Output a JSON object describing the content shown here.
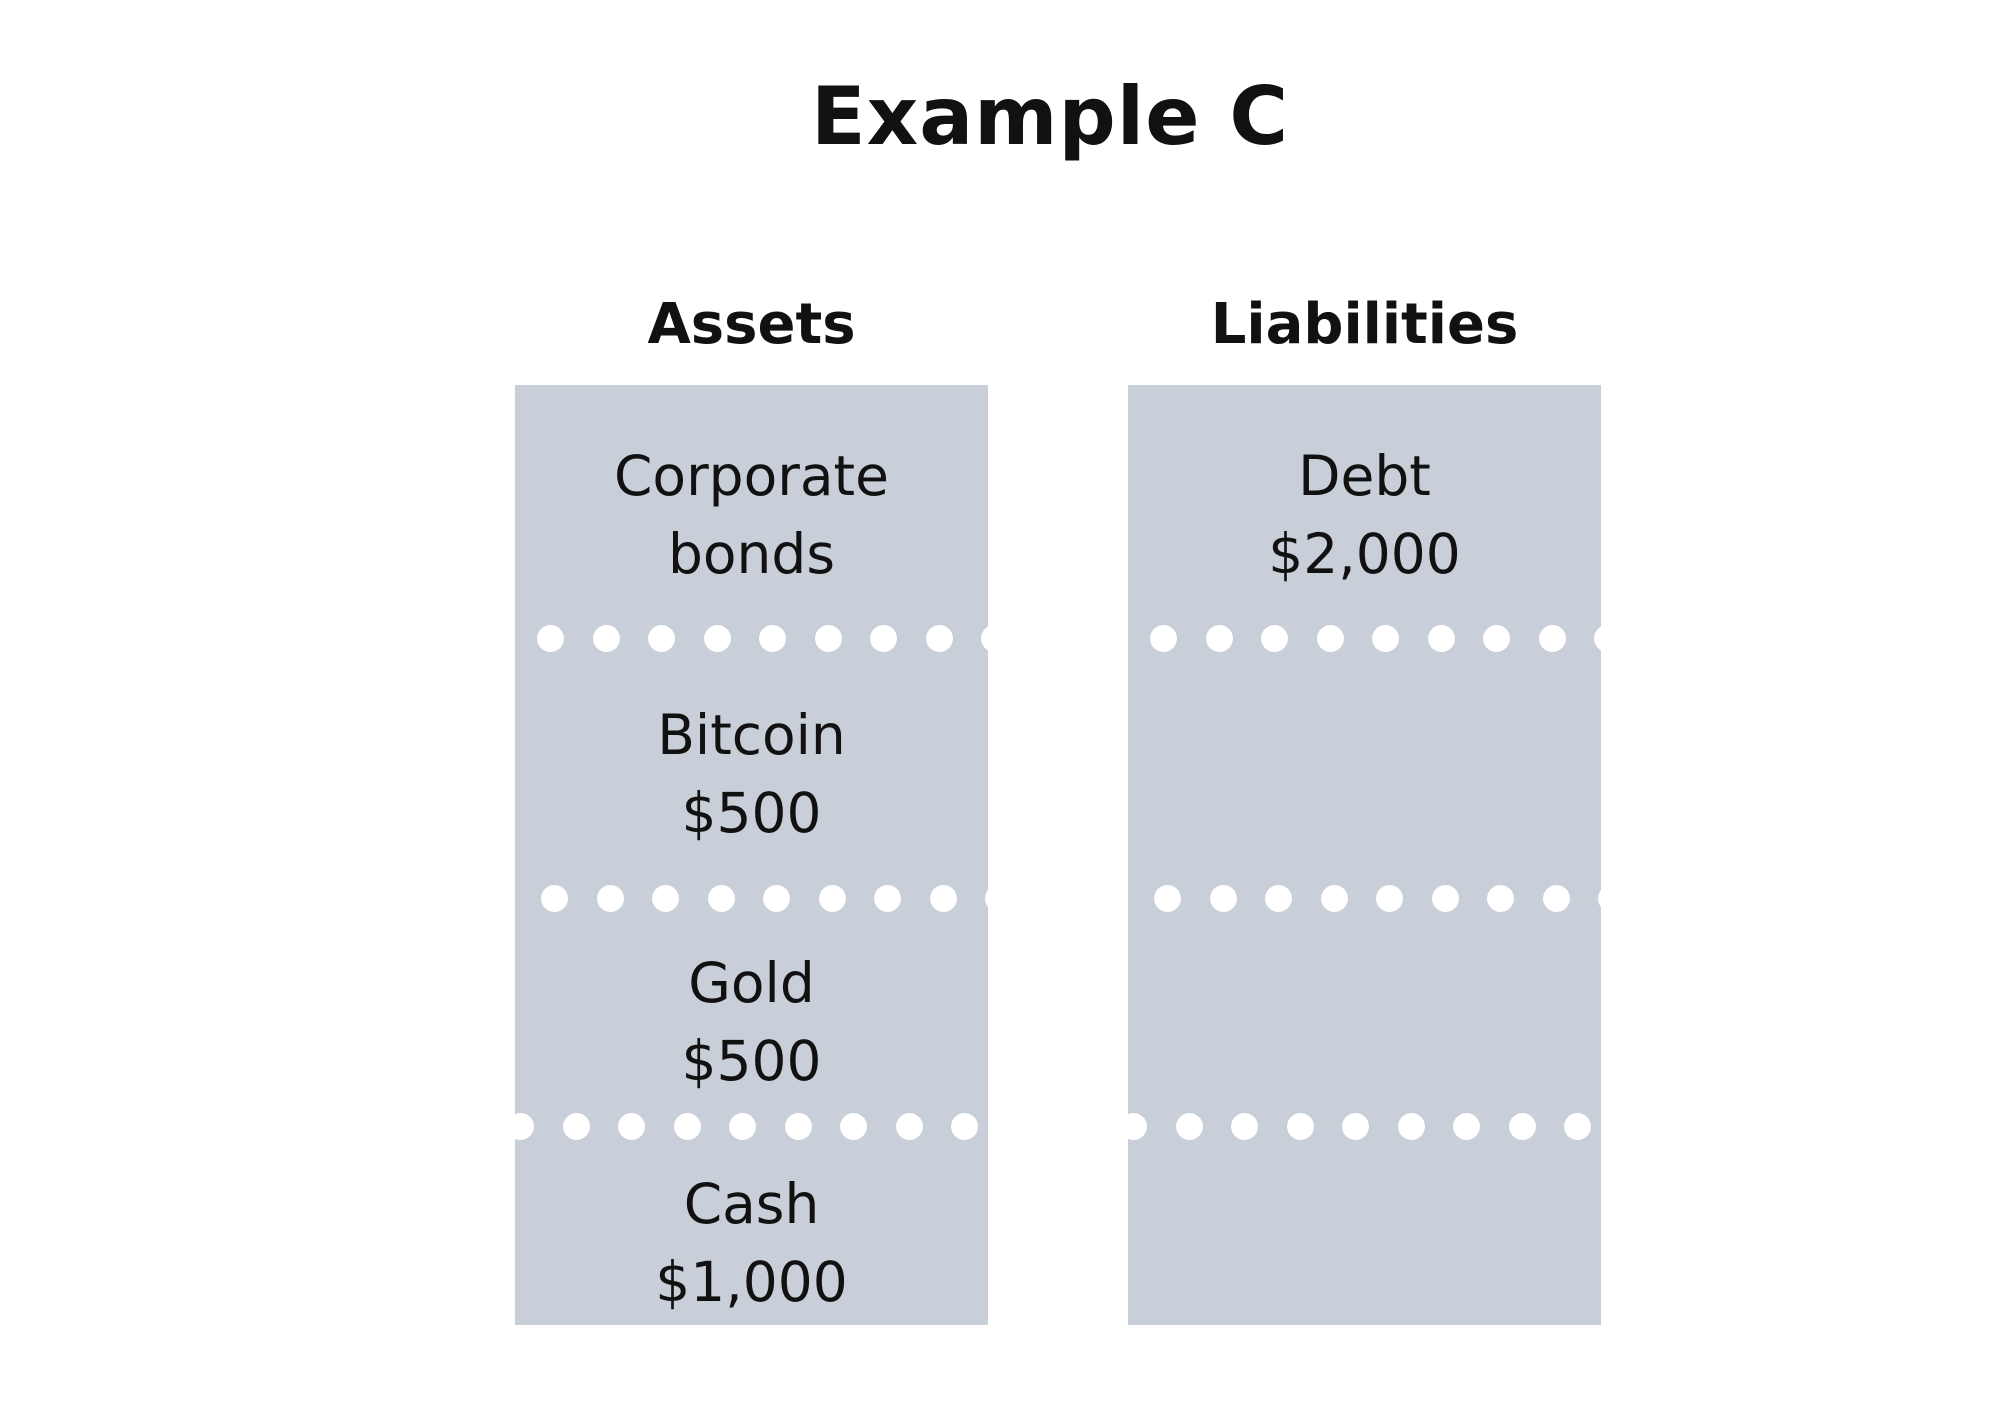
{
  "title": "Example C",
  "columns": {
    "assets": {
      "heading": "Assets",
      "items": [
        {
          "line1": "Corporate",
          "line2": "bonds"
        },
        {
          "line1": "Bitcoin",
          "line2": "$500"
        },
        {
          "line1": "Gold",
          "line2": "$500"
        },
        {
          "line1": "Cash",
          "line2": "$1,000"
        }
      ]
    },
    "liabilities": {
      "heading": "Liabilities",
      "items": [
        {
          "line1": "Debt",
          "line2": "$2,000"
        }
      ]
    }
  },
  "colors": {
    "column_fill": "#c8cfd8",
    "divider_dots": "#ffffff",
    "text": "#111111"
  }
}
